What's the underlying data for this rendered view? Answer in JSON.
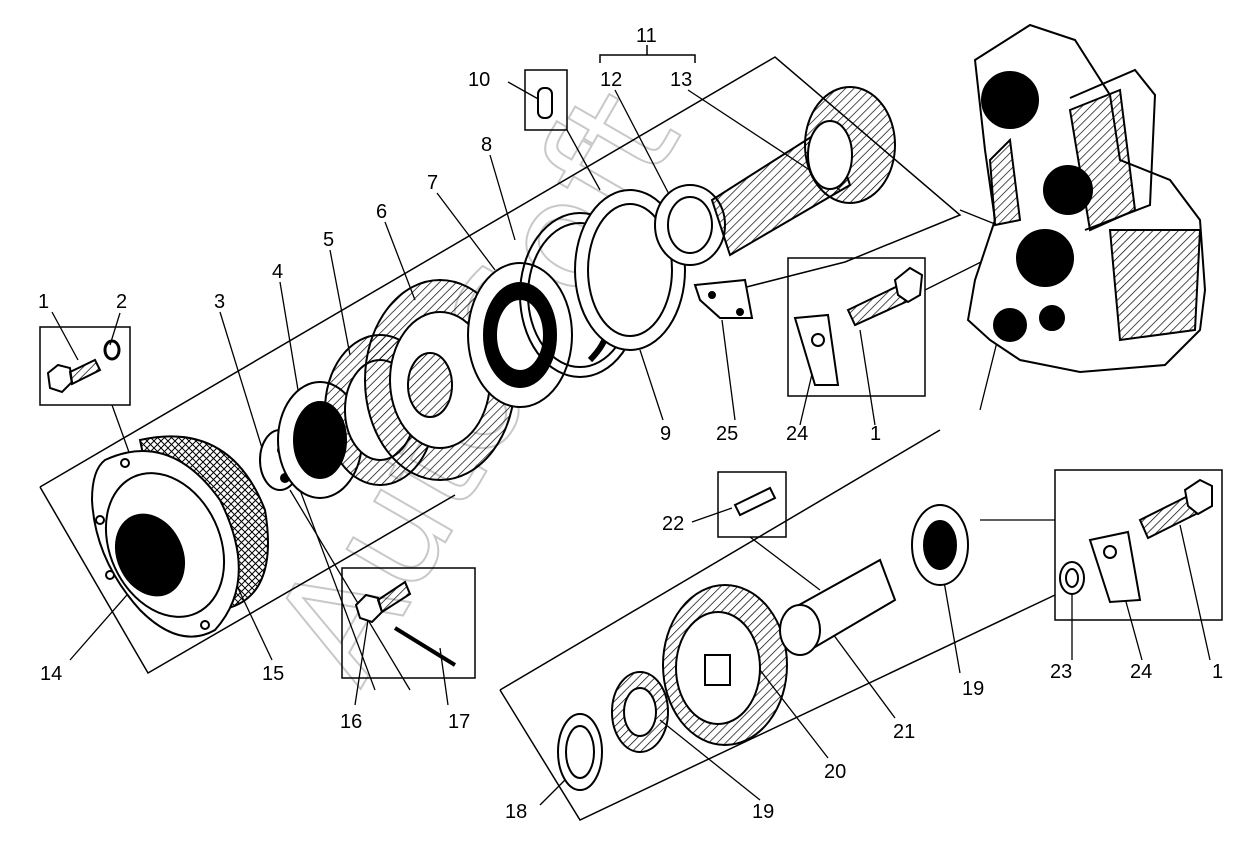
{
  "watermark": "AutoSoft",
  "callouts": {
    "c1a": "1",
    "c2": "2",
    "c3": "3",
    "c4": "4",
    "c5": "5",
    "c6": "6",
    "c7": "7",
    "c8": "8",
    "c9": "9",
    "c10": "10",
    "c11": "11",
    "c12": "12",
    "c13": "13",
    "c14": "14",
    "c15": "15",
    "c16": "16",
    "c17": "17",
    "c1b": "1",
    "c24a": "24",
    "c25": "25",
    "c22": "22",
    "c19a": "19",
    "c23": "23",
    "c24b": "24",
    "c1c": "1",
    "c21": "21",
    "c20": "20",
    "c19b": "19",
    "c18": "18"
  }
}
